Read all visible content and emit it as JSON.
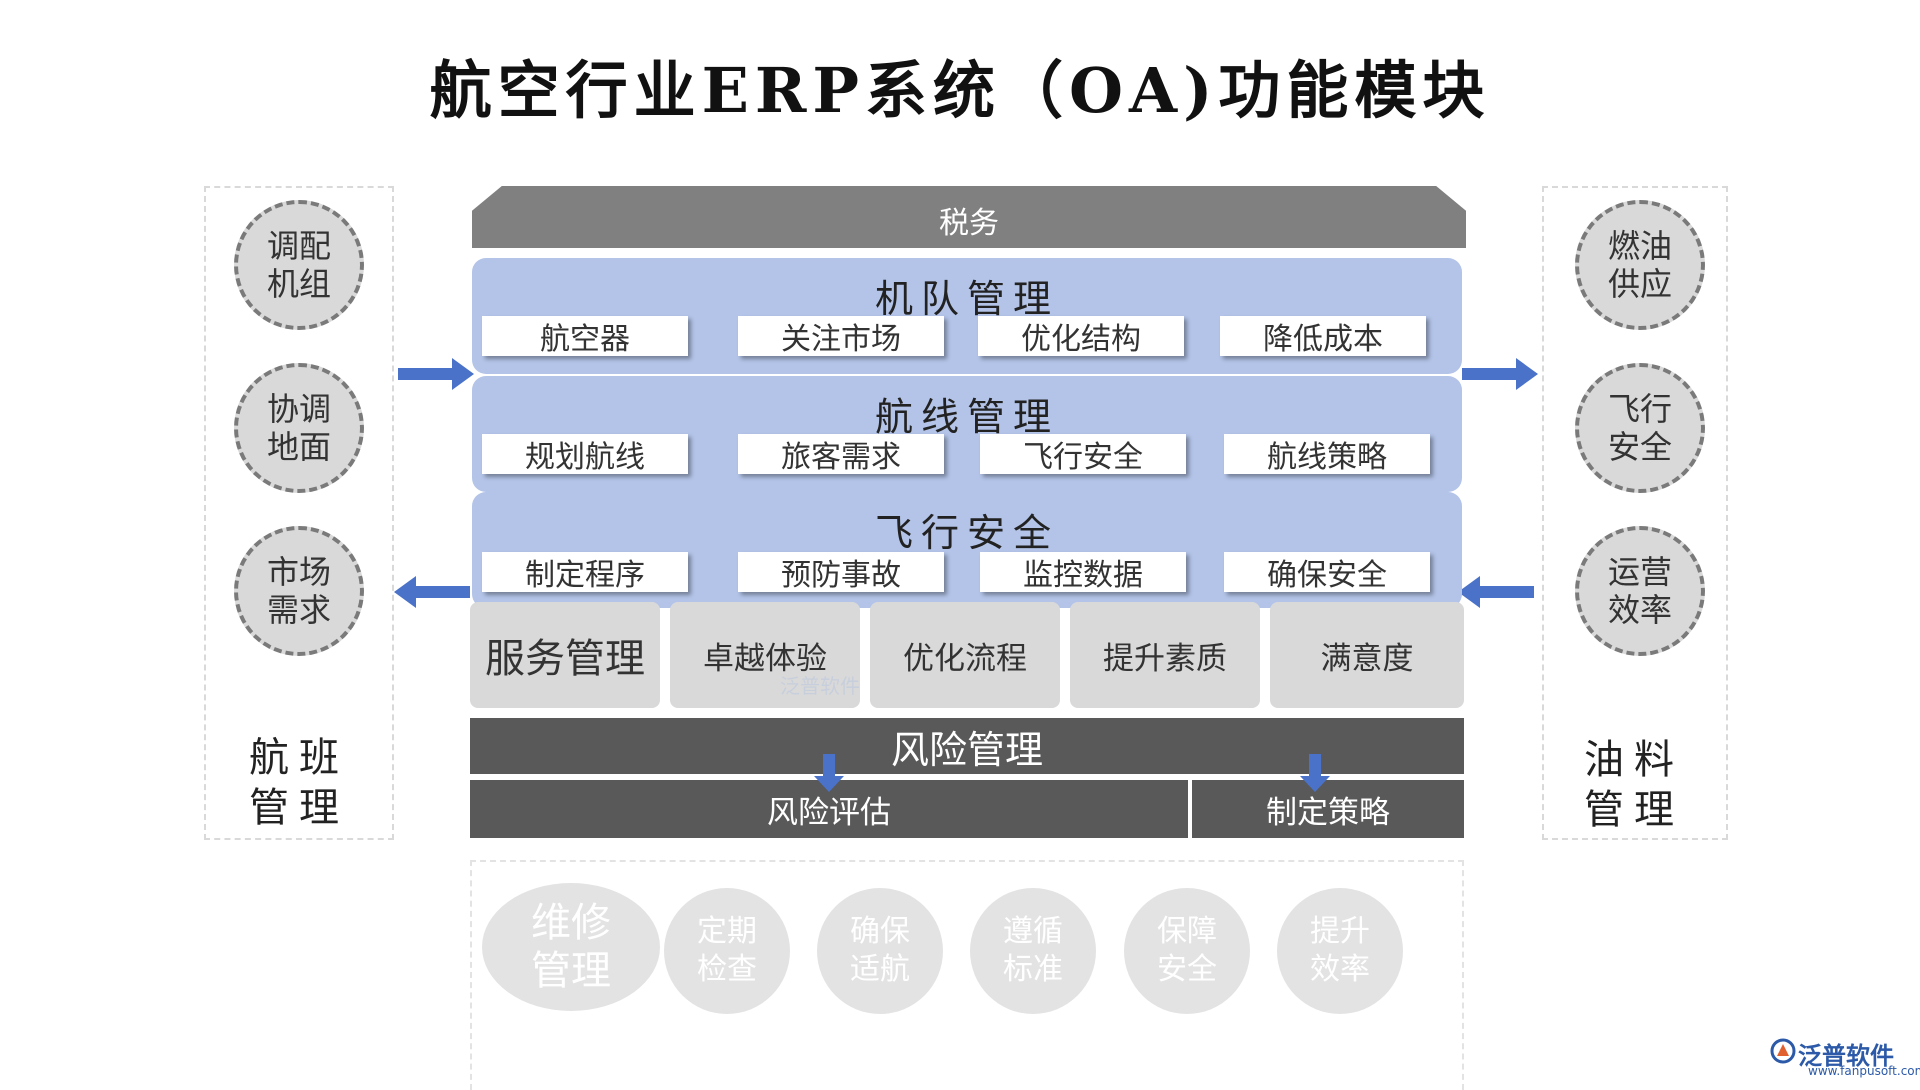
{
  "title": "航空行业ERP系统（OA)功能模块",
  "left_panel": {
    "circles": [
      "调配机组",
      "协调地面",
      "市场需求"
    ],
    "label": "航班管理"
  },
  "right_panel": {
    "circles": [
      "燃油供应",
      "飞行安全",
      "运营效率"
    ],
    "label": "油料管理"
  },
  "tax": "税务",
  "bands": [
    {
      "title": "机队管理",
      "items": [
        "航空器",
        "关注市场",
        "优化结构",
        "降低成本"
      ]
    },
    {
      "title": "航线管理",
      "items": [
        "规划航线",
        "旅客需求",
        "飞行安全",
        "航线策略"
      ]
    },
    {
      "title": "飞行安全",
      "items": [
        "制定程序",
        "预防事故",
        "监控数据",
        "确保安全"
      ]
    }
  ],
  "service": {
    "title": "服务管理",
    "items": [
      "卓越体验",
      "优化流程",
      "提升素质",
      "满意度"
    ]
  },
  "risk": {
    "title": "风险管理",
    "items": [
      "风险评估",
      "制定策略"
    ]
  },
  "maintenance": {
    "title": "维修管理",
    "items": [
      "定期检查",
      "确保适航",
      "遵循标准",
      "保障安全",
      "提升效率"
    ]
  },
  "watermark": "泛普软件",
  "logo": {
    "name": "泛普软件",
    "url": "www.fanpusoft.com"
  },
  "colors": {
    "band_blue": "#b3c4e8",
    "arrow_blue": "#4a72c9",
    "dark_gray": "#595959",
    "light_gray": "#d9d9d9"
  }
}
